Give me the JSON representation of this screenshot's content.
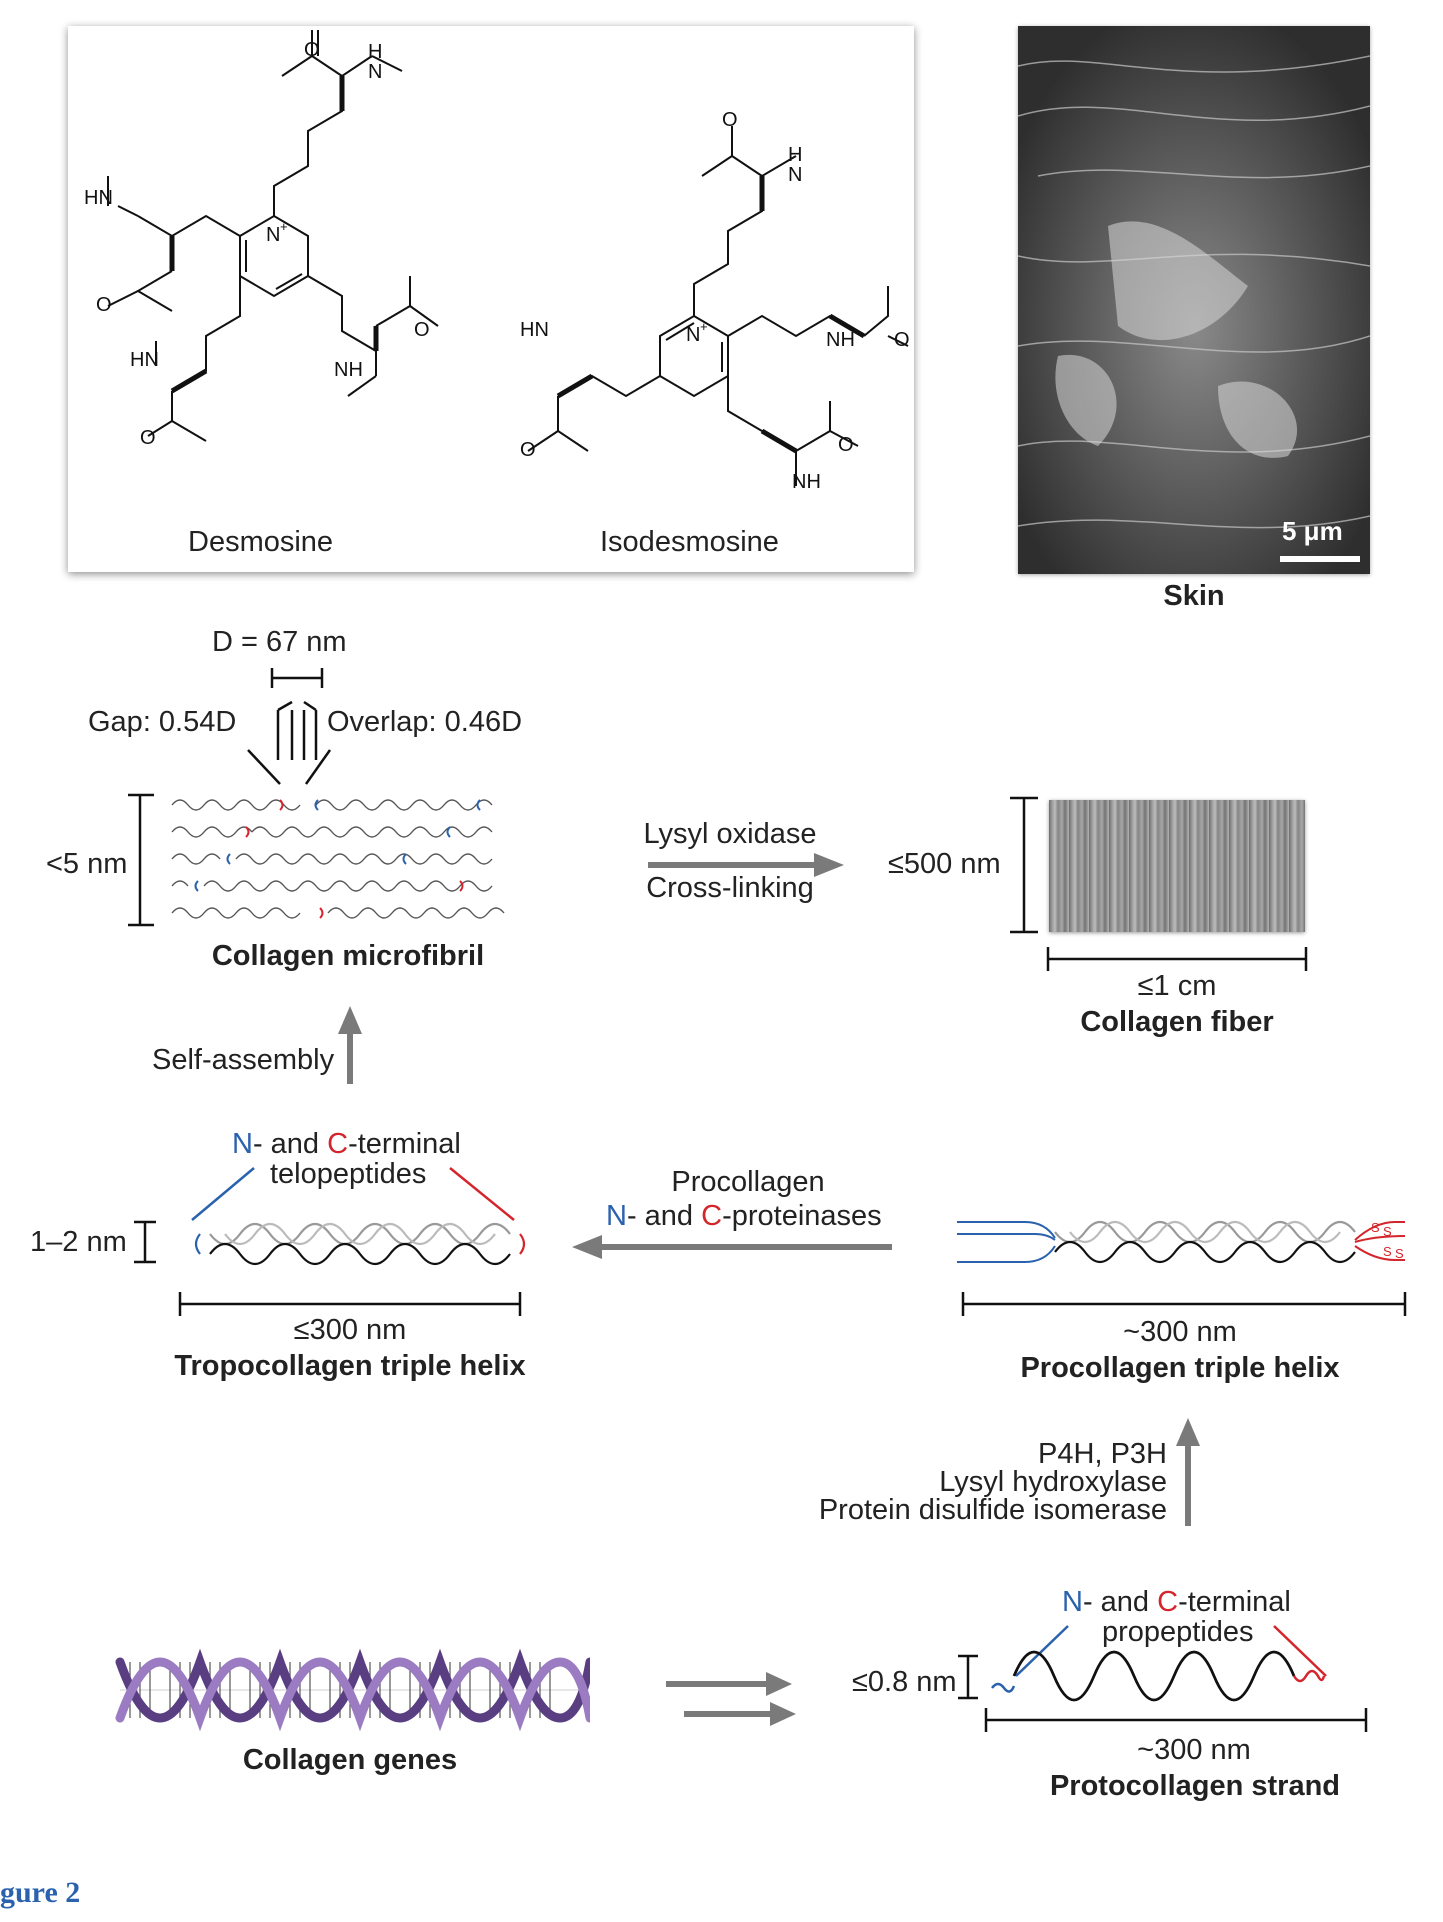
{
  "chemistry": {
    "desmosine_label": "Desmosine",
    "isodesmosine_label": "Isodesmosine"
  },
  "micrograph": {
    "scale_bar": "5 μm",
    "caption": "Skin"
  },
  "microfibril": {
    "period": "D = 67 nm",
    "gap": "Gap: 0.54D",
    "overlap": "Overlap: 0.46D",
    "height": "<5 nm",
    "title": "Collagen microfibril"
  },
  "crosslink_arrow": {
    "top": "Lysyl oxidase",
    "bottom": "Cross-linking"
  },
  "fiber": {
    "height": "≤500 nm",
    "length": "≤1 cm",
    "title": "Collagen fiber"
  },
  "self_assembly": "Self-assembly",
  "tropocollagen": {
    "terminal_n": "N",
    "terminal_mid": "- and ",
    "terminal_c": "C",
    "terminal_end": "-terminal",
    "terminal_sub": "telopeptides",
    "height": "1–2 nm",
    "length": "≤300 nm",
    "title": "Tropocollagen triple helix"
  },
  "proteinase_arrow": {
    "line1": "Procollagen",
    "n": "N",
    "mid": "- and ",
    "c": "C",
    "end": "-proteinases"
  },
  "procollagen": {
    "length": "~300 nm",
    "title": "Procollagen triple helix",
    "disulfide": "S"
  },
  "enzymes": {
    "line1": "P4H, P3H",
    "line2": "Lysyl hydroxylase",
    "line3": "Protein disulfide isomerase"
  },
  "genes": {
    "title": "Collagen genes"
  },
  "protocollagen": {
    "terminal_n": "N",
    "terminal_mid": "- and ",
    "terminal_c": "C",
    "terminal_end": "-terminal",
    "terminal_sub": "propeptides",
    "height": "≤0.8 nm",
    "length": "~300 nm",
    "title": "Protocollagen strand"
  },
  "figure_label": "gure 2",
  "colors": {
    "blue": "#2a62ae",
    "red": "#d4252c",
    "arrow": "#7a7a7a",
    "dna": "#7a5aa0"
  }
}
